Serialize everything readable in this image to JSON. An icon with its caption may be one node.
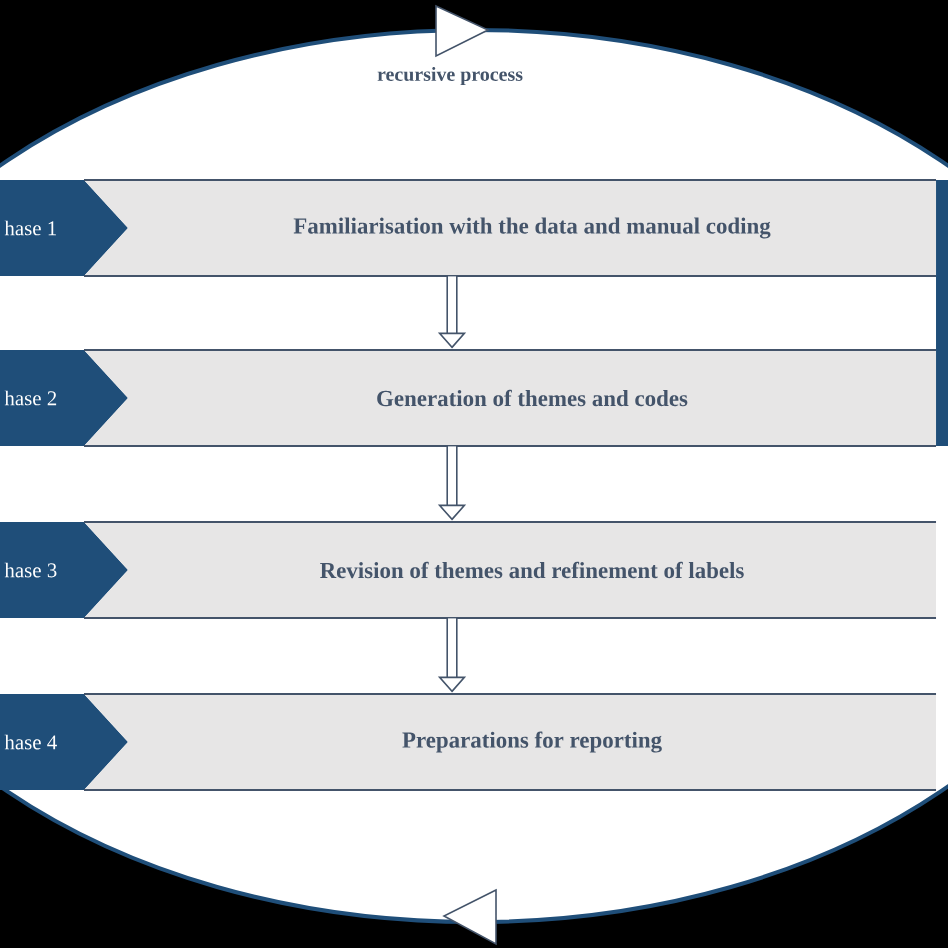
{
  "diagram": {
    "nodes": [
      {
        "text": [
          "hase 1"
        ]
      },
      {
        "text": [
          "Familiarisation with the data and manual coding"
        ]
      },
      {
        "text": [
          "hase 2"
        ]
      },
      {
        "text": [
          "Generation of themes and codes"
        ]
      },
      {
        "text": [
          "hase 3"
        ]
      },
      {
        "text": [
          "Revision of themes and refinement of labels"
        ]
      },
      {
        "text": [
          "hase 4"
        ]
      },
      {
        "text": [
          "Preparations for reporting"
        ]
      }
    ],
    "edges": [
      {
        "from": 1,
        "to": 3,
        "arrow": "to"
      },
      {
        "from": 3,
        "to": 5,
        "arrow": "to"
      },
      {
        "from": 5,
        "to": 7,
        "arrow": "to"
      }
    ],
    "labels": [
      "recursive process"
    ]
  }
}
